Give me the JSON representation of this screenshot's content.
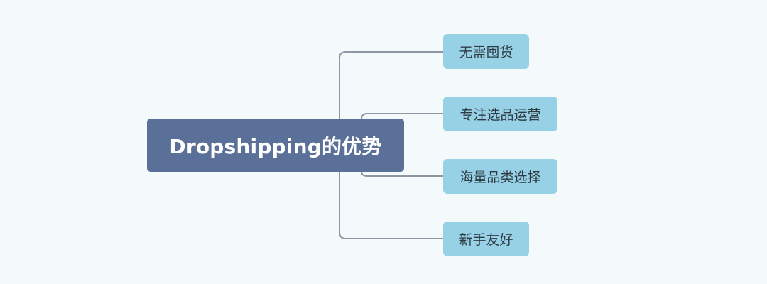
{
  "mindmap": {
    "root": {
      "label": "Dropshipping的优势"
    },
    "children": [
      {
        "label": "无需囤货"
      },
      {
        "label": "专注选品运营"
      },
      {
        "label": "海量品类选择"
      },
      {
        "label": "新手友好"
      }
    ]
  },
  "colors": {
    "background": "#f4f9fc",
    "root_fill": "#5a7098",
    "root_text": "#ffffff",
    "child_fill": "#97d1e6",
    "child_text": "#2f3b44",
    "connector": "#8e98a4"
  }
}
